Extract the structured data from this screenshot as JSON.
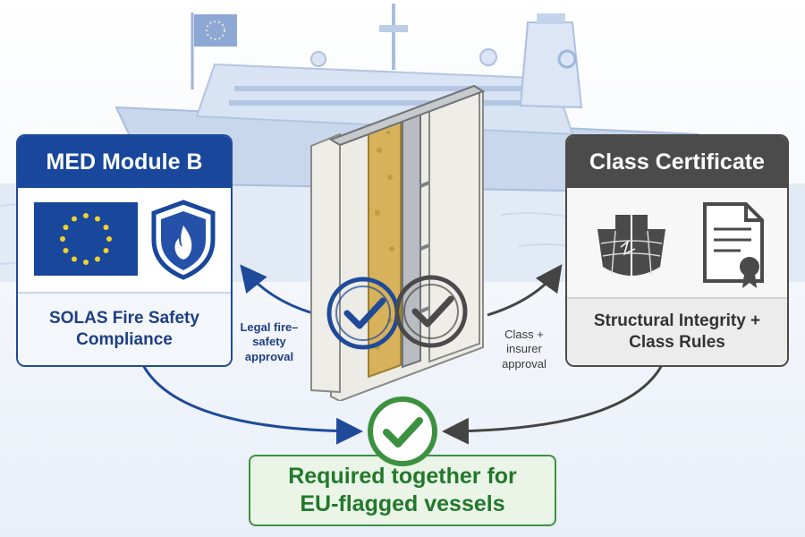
{
  "med_card": {
    "title": "MED Module B",
    "caption_line1": "SOLAS Fire Safety",
    "caption_line2": "Compliance",
    "icons": [
      "eu-flag-icon",
      "fire-shield-icon"
    ]
  },
  "class_card": {
    "title": "Class Certificate",
    "caption_line1": "Structural Integrity +",
    "caption_line2": "Class Rules",
    "icons": [
      "ship-hull-icon",
      "certificate-icon"
    ]
  },
  "flow_labels": {
    "legal_line1": "Legal fire–",
    "legal_line2": "safety",
    "legal_line3": "approval",
    "class_line1": "Class +",
    "class_line2": "insurer",
    "class_line3": "approval"
  },
  "result": {
    "line1": "Required together for",
    "line2": "EU-flagged vessels"
  },
  "colors": {
    "eu_blue": "#18479b",
    "class_gray": "#4b4b4b",
    "approval_green": "#3c9140",
    "insulation": "#d7b25a"
  }
}
